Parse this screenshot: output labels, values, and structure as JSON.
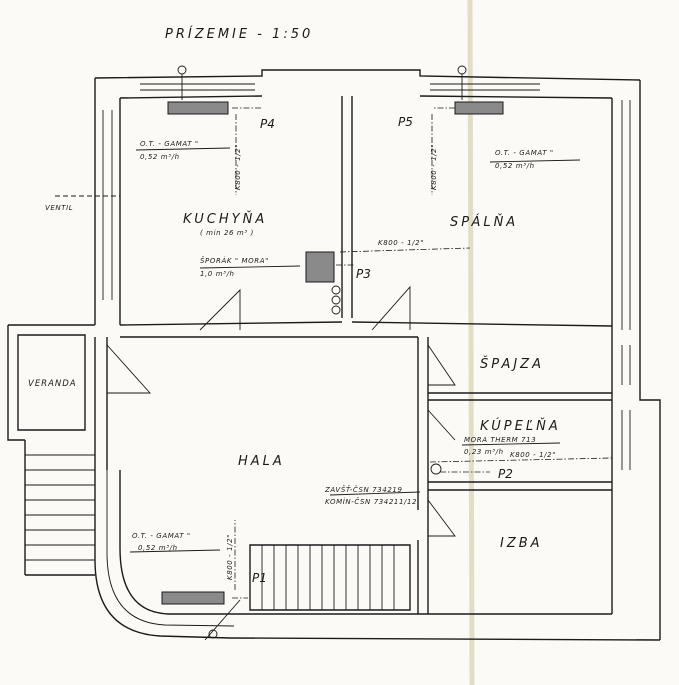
{
  "title": "PRÍZEMIE - 1:50",
  "rooms": {
    "kuchyna": "KUCHYŇA",
    "kuchyna_note": "( min 26 m³ )",
    "spalna": "SPÁLŇA",
    "hala": "HALA",
    "veranda": "VERANDA",
    "spajza": "ŠPAJZA",
    "kupelna": "KÚPEĽŇA",
    "izba": "IZBA"
  },
  "labels": {
    "ventil": "VENTIL",
    "kitchen_heater": "O.T. - GAMAT \"",
    "kitchen_heater_flow": "0,52 m³/h",
    "kitchen_pipe": "K800 - 1/2\"",
    "p4": "P4",
    "bedroom_heater": "O.T. - GAMAT \"",
    "bedroom_heater_flow": "0,52 m³/h",
    "bedroom_pipe": "K800 - 1/2\"",
    "p5": "P5",
    "stove": "ŠPORÁK \" MORA\"",
    "stove_flow": "1,0 m³/h",
    "stove_pipe": "K800 - 1/2\"",
    "p3": "P3",
    "bath_heater": "MORA THERM 713",
    "bath_flow": "0,23 m³/h",
    "bath_pipe": "K800 - 1/2\"",
    "p2": "P2",
    "meter1": "ZAVŠŤ-ČSN 734219",
    "meter2": "KOMÍN-ČSN 734211/12",
    "hall_heater": "O.T. - GAMAT \"",
    "hall_heater_flow": "0,52 m³/h",
    "hall_pipe": "K800 - 1/2\"",
    "p1": "P1"
  }
}
